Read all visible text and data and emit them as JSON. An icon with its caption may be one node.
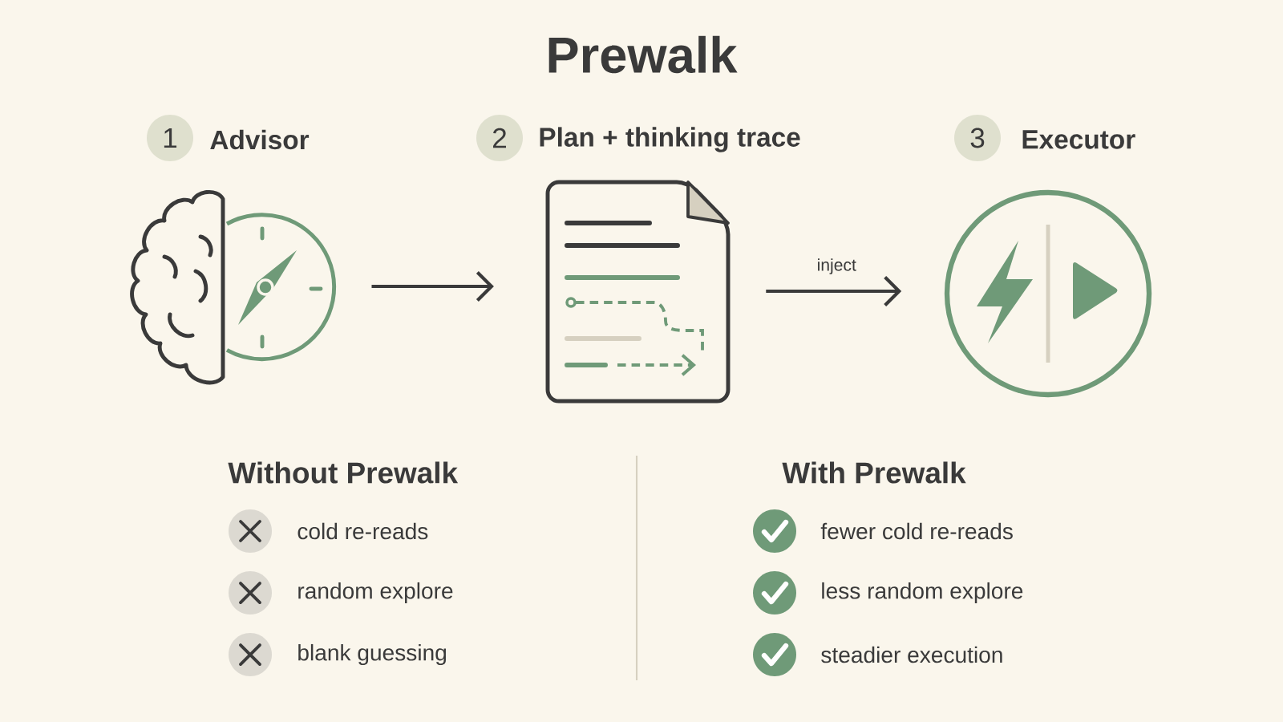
{
  "diagram": {
    "title": "Prewalk",
    "nodes": [
      {
        "text": [
          "1",
          "Advisor"
        ]
      },
      {
        "text": [
          "2",
          "Plan + thinking trace"
        ]
      },
      {
        "text": [
          "3",
          "Executor"
        ]
      }
    ],
    "edges": [
      {
        "from": 0,
        "to": 1,
        "arrow": "to"
      },
      {
        "from": 1,
        "to": 2,
        "arrow": "to",
        "label": "inject"
      }
    ],
    "labels": [
      "Without Prewalk",
      "cold re-reads",
      "random explore",
      "blank guessing",
      "With Prewalk",
      "fewer cold re-reads",
      "less random explore",
      "steadier execution"
    ]
  }
}
